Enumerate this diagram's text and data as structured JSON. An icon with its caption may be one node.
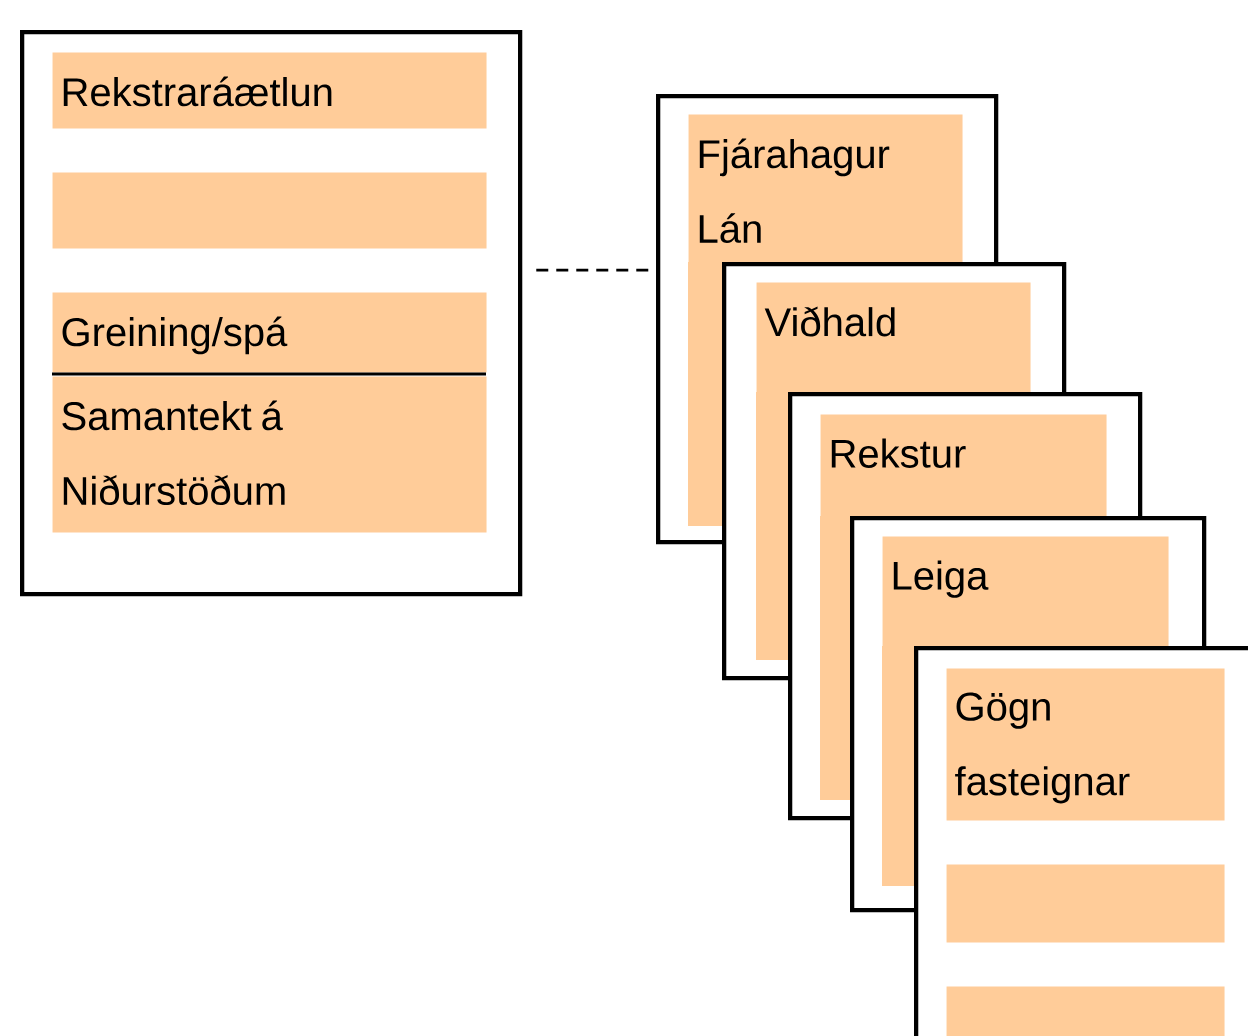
{
  "diagram": {
    "nodes": [
      {
        "text": [],
        "shape": "box"
      },
      {
        "text": [
          "Rekstraráætlun"
        ],
        "in": 0
      },
      {
        "text": [],
        "shape": "box",
        "in": 0
      },
      {
        "text": [
          "Greining/spá"
        ],
        "in": 0
      },
      {
        "text": [
          "Samantekt á Niðurstöðum"
        ],
        "in": 0
      },
      {
        "text": [],
        "shape": "box"
      },
      {
        "text": [
          "Fjárahagur Lán"
        ],
        "in": 5
      },
      {
        "text": [],
        "shape": "box"
      },
      {
        "text": [
          "Viðhald"
        ],
        "in": 7
      },
      {
        "text": [],
        "shape": "box"
      },
      {
        "text": [
          "Rekstur"
        ],
        "in": 9
      },
      {
        "text": [],
        "shape": "box"
      },
      {
        "text": [
          "Leiga"
        ],
        "in": 11
      },
      {
        "text": [],
        "shape": "box"
      },
      {
        "text": [
          "Gögn fasteignar"
        ],
        "in": 13
      },
      {
        "text": [],
        "shape": "box",
        "in": 13
      },
      {
        "text": [],
        "shape": "box",
        "in": 13
      }
    ],
    "edges": [
      {
        "from": 0,
        "to": 5,
        "arrow": "none",
        "style": "dashed"
      }
    ]
  }
}
